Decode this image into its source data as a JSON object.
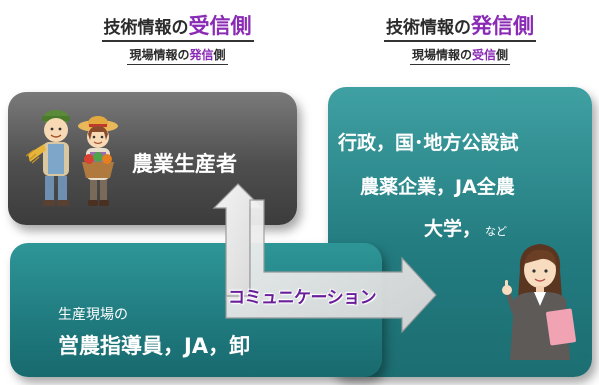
{
  "left_header": {
    "line1_prefix": "技術情報の",
    "line1_emphasis": "受信側",
    "line2_prefix": "現場情報の",
    "line2_emphasis": "発信",
    "line2_suffix": "側"
  },
  "right_header": {
    "line1_prefix": "技術情報の",
    "line1_emphasis": "発信側",
    "line2_prefix": "現場情報の",
    "line2_emphasis": "受信",
    "line2_suffix": "側"
  },
  "farmer_box": {
    "label": "農業生産者"
  },
  "org_box": {
    "line1": "行政，国･地方公設試",
    "line2": "農薬企業，JA全農",
    "line3": "大学，",
    "line3_small": "など"
  },
  "field_box": {
    "subtitle": "生産現場の",
    "title": "営農指導員，JA，卸"
  },
  "arrow": {
    "label": "コミュニケーション"
  },
  "colors": {
    "purple": "#8a2bb5",
    "teal": "#237c80",
    "gray": "#555555"
  },
  "icons": [
    "farmers-illustration",
    "businesswoman-illustration"
  ]
}
